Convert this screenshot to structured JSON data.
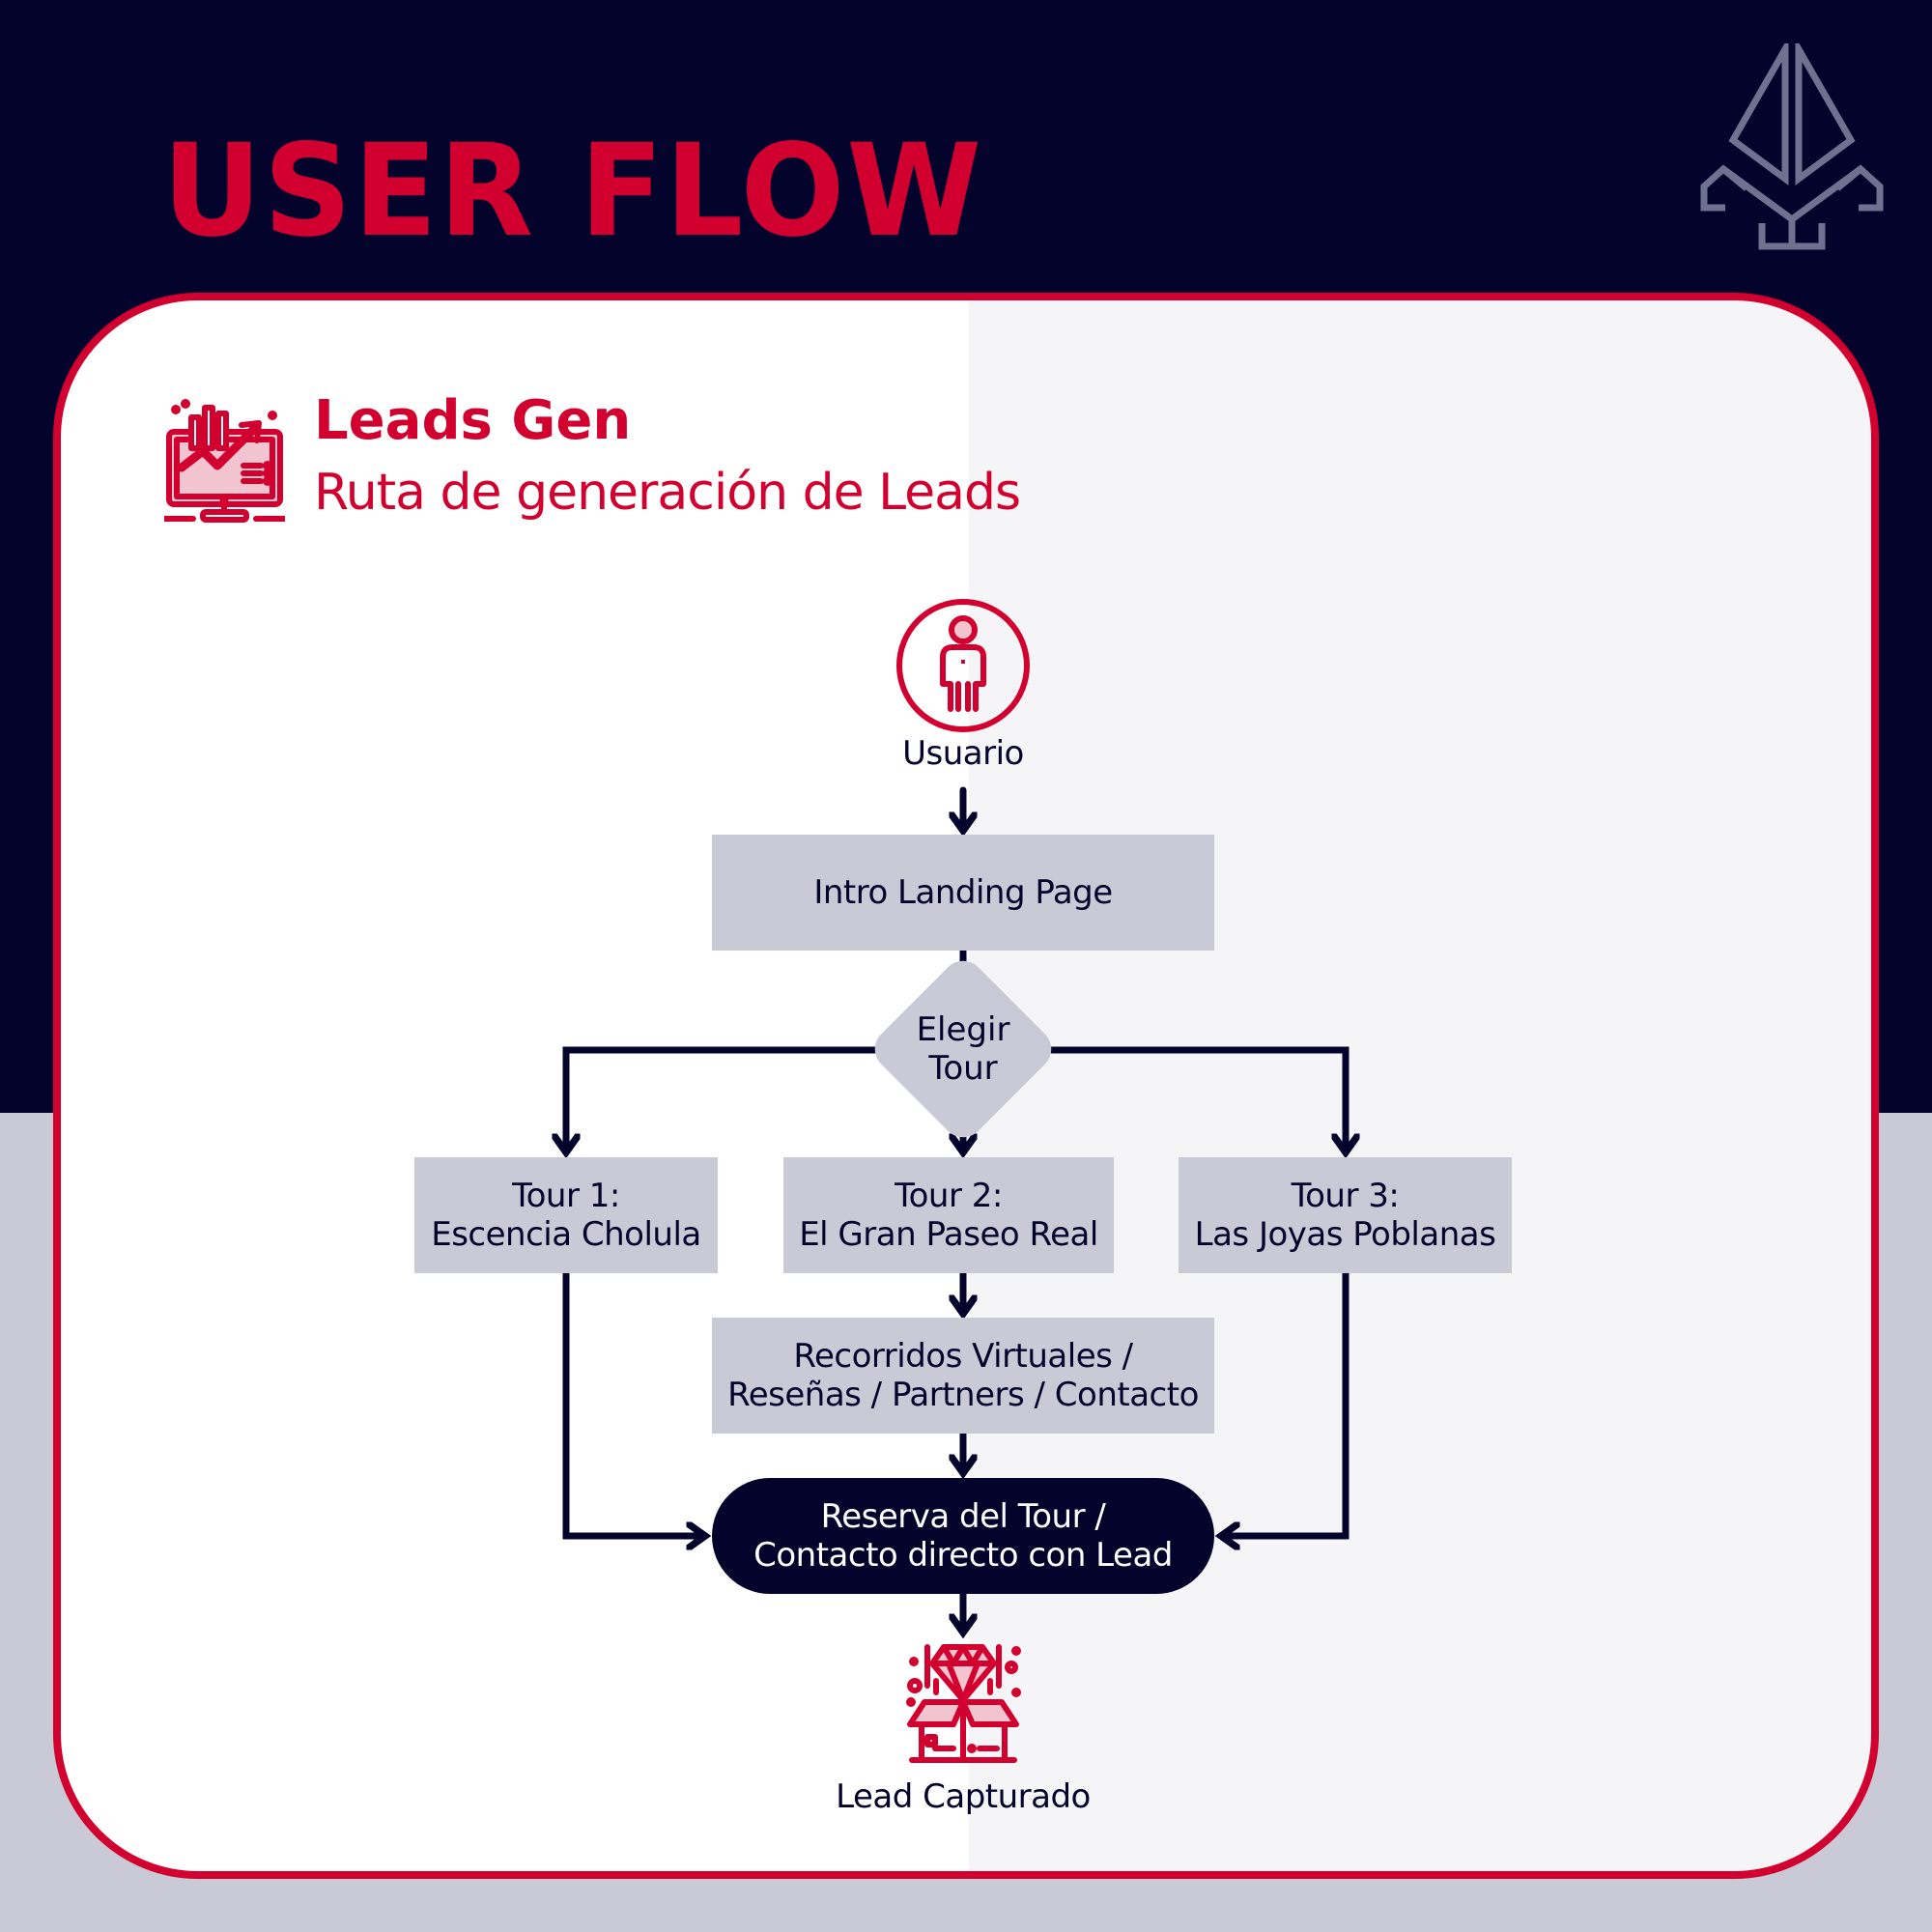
{
  "header": {
    "title": "USER FLOW",
    "logo_icon": "fleur-de-lis-logo-icon"
  },
  "section": {
    "icon": "monitor-analytics-chart-icon",
    "title": "Leads Gen",
    "subtitle": "Ruta de generación de Leads"
  },
  "flow": {
    "start": {
      "icon": "user-person-icon",
      "label": "Usuario"
    },
    "landing": {
      "label": "Intro Landing Page"
    },
    "decision": {
      "line1": "Elegir",
      "line2": "Tour"
    },
    "tours": [
      {
        "line1": "Tour 1:",
        "line2": "Escencia Cholula"
      },
      {
        "line1": "Tour 2:",
        "line2": "El Gran Paseo Real"
      },
      {
        "line1": "Tour 3:",
        "line2": "Las Joyas Poblanas"
      }
    ],
    "extras": {
      "line1": "Recorridos Virtuales /",
      "line2": "Reseñas / Partners / Contacto"
    },
    "conversion": {
      "line1": "Reserva del Tour /",
      "line2": "Contacto directo con Lead"
    },
    "end": {
      "icon": "gift-box-diamond-icon",
      "label": "Lead Capturado"
    },
    "edges": [
      {
        "from": "Usuario",
        "to": "Intro Landing Page"
      },
      {
        "from": "Intro Landing Page",
        "to": "Elegir Tour"
      },
      {
        "from": "Elegir Tour",
        "to": "Tour 1: Escencia Cholula"
      },
      {
        "from": "Elegir Tour",
        "to": "Tour 2: El Gran Paseo Real"
      },
      {
        "from": "Elegir Tour",
        "to": "Tour 3: Las Joyas Poblanas"
      },
      {
        "from": "Tour 2: El Gran Paseo Real",
        "to": "Recorridos Virtuales / Reseñas / Partners / Contacto"
      },
      {
        "from": "Tour 1: Escencia Cholula",
        "to": "Reserva del Tour / Contacto directo con Lead"
      },
      {
        "from": "Recorridos Virtuales / Reseñas / Partners / Contacto",
        "to": "Reserva del Tour / Contacto directo con Lead"
      },
      {
        "from": "Tour 3: Las Joyas Poblanas",
        "to": "Reserva del Tour / Contacto directo con Lead"
      },
      {
        "from": "Reserva del Tour / Contacto directo con Lead",
        "to": "Lead Capturado"
      }
    ]
  },
  "colors": {
    "navy": "#03032c",
    "brand_red": "#d1002f",
    "node_gray": "#c9cad6",
    "logo_gray": "#6e7190",
    "icon_pink_fill": "#f2c4cf"
  }
}
